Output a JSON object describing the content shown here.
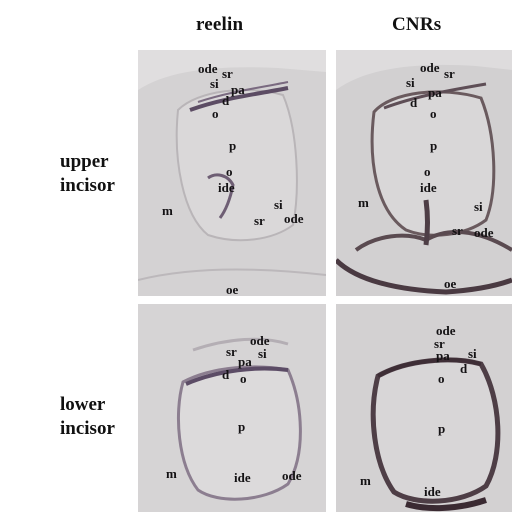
{
  "columns": [
    "reelin",
    "CNRs"
  ],
  "rows": [
    [
      "upper",
      "incisor"
    ],
    [
      "lower",
      "incisor"
    ]
  ],
  "panels": [
    {
      "id": "upper-reelin",
      "labels": [
        "ode",
        "sr",
        "si",
        "pa",
        "d",
        "o",
        "p",
        "o",
        "ide",
        "si",
        "sr",
        "ode",
        "m",
        "oe"
      ]
    },
    {
      "id": "upper-cnrs",
      "labels": [
        "ode",
        "sr",
        "si",
        "pa",
        "d",
        "o",
        "p",
        "o",
        "ide",
        "si",
        "sr",
        "ode",
        "m",
        "oe"
      ]
    },
    {
      "id": "lower-reelin",
      "labels": [
        "ode",
        "sr",
        "si",
        "pa",
        "d",
        "o",
        "p",
        "ide",
        "ode",
        "m"
      ]
    },
    {
      "id": "lower-cnrs",
      "labels": [
        "ode",
        "sr",
        "pa",
        "si",
        "o",
        "d",
        "p",
        "ide",
        "m"
      ]
    }
  ]
}
